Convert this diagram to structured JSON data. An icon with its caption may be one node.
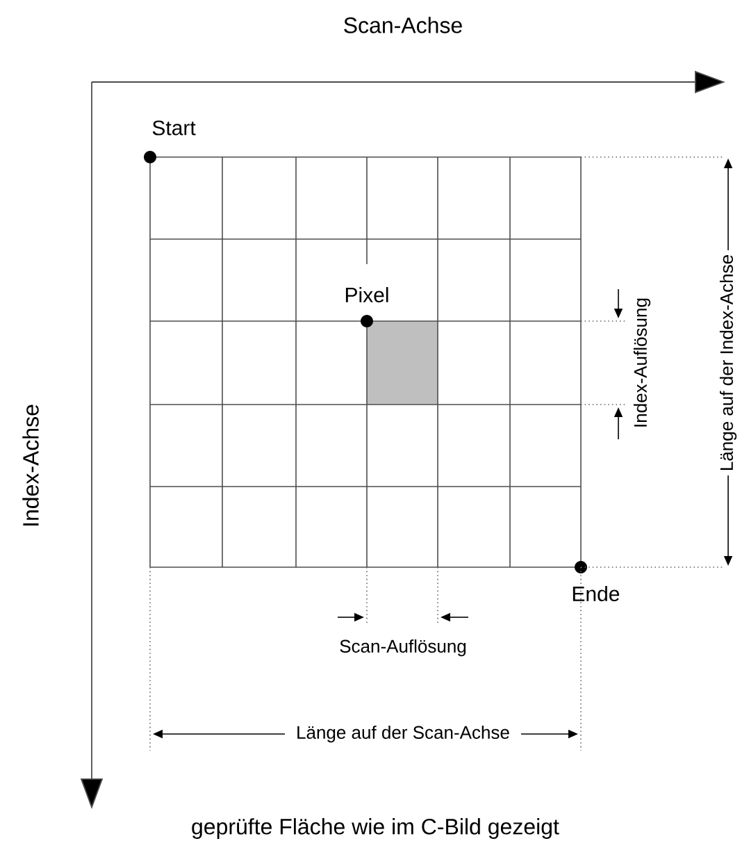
{
  "diagram": {
    "caption": "geprüfte Fläche wie im C-Bild gezeigt",
    "labels": [
      "Scan-Achse",
      "Start",
      "Pixel",
      "Index-Auflösung",
      "Länge auf der Index-Achse",
      "Index-Achse",
      "Ende",
      "Scan-Auflösung",
      "Länge auf der Scan-Achse"
    ]
  }
}
